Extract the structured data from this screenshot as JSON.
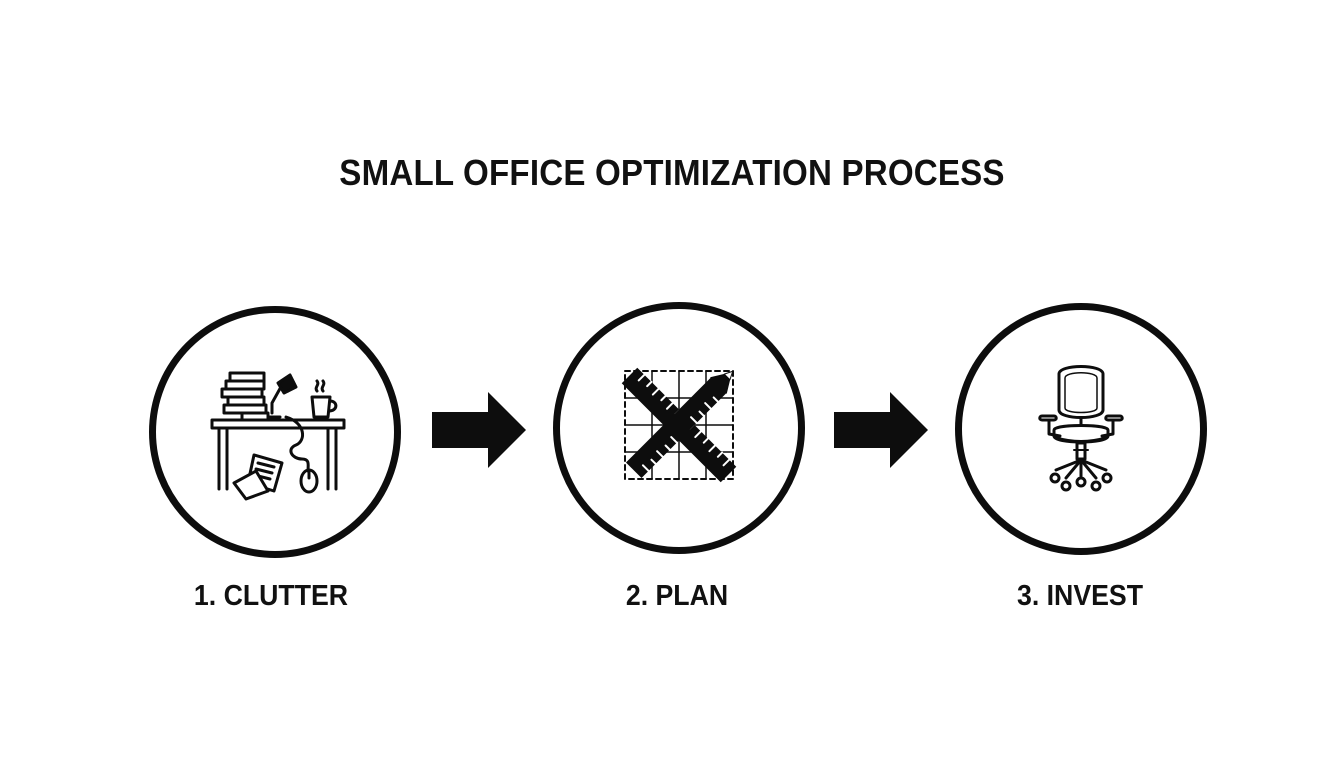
{
  "title": "SMALL OFFICE OPTIMIZATION PROCESS",
  "steps": [
    {
      "label": "1. CLUTTER",
      "icon": "cluttered-desk-icon"
    },
    {
      "label": "2. PLAN",
      "icon": "ruler-pencil-grid-icon"
    },
    {
      "label": "3. INVEST",
      "icon": "office-chair-icon"
    }
  ],
  "colors": {
    "stroke": "#0d0d0d",
    "background": "#ffffff"
  }
}
